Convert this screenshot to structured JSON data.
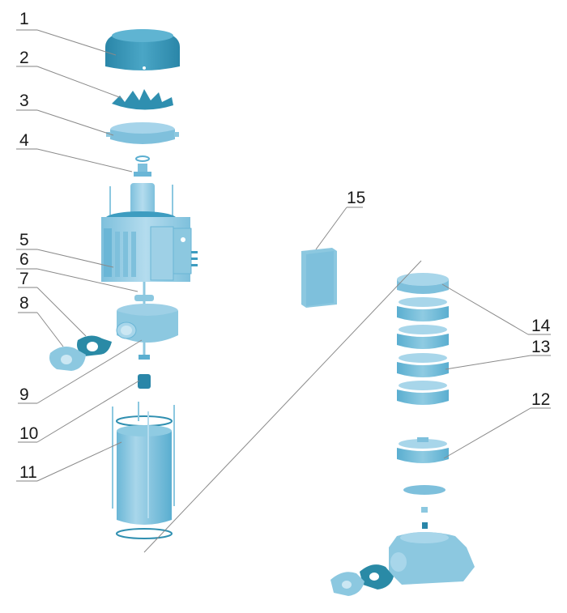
{
  "diagram": {
    "type": "exploded-parts-view",
    "subject": "vertical multistage pump",
    "colors": {
      "dark_part": "#2f8fb0",
      "mid_part": "#5bb0cf",
      "light_part": "#8fcbe2",
      "pale_part": "#b6dded",
      "gasket": "#2a8aa6",
      "leader_line": "#8a8a8a",
      "label_text": "#1a1a1a"
    },
    "callouts": [
      {
        "id": "1",
        "label": "1",
        "part": "fan-cover"
      },
      {
        "id": "2",
        "label": "2",
        "part": "cooling-fan"
      },
      {
        "id": "3",
        "label": "3",
        "part": "end-cover"
      },
      {
        "id": "4",
        "label": "4",
        "part": "bearing"
      },
      {
        "id": "5",
        "label": "5",
        "part": "motor"
      },
      {
        "id": "6",
        "label": "6",
        "part": "shaft-seal"
      },
      {
        "id": "7",
        "label": "7",
        "part": "gasket"
      },
      {
        "id": "8",
        "label": "8",
        "part": "flange"
      },
      {
        "id": "9",
        "label": "9",
        "part": "pump-head"
      },
      {
        "id": "10",
        "label": "10",
        "part": "coupling"
      },
      {
        "id": "11",
        "label": "11",
        "part": "outer-sleeve"
      },
      {
        "id": "12",
        "label": "12",
        "part": "first-stage"
      },
      {
        "id": "13",
        "label": "13",
        "part": "intermediate-stage"
      },
      {
        "id": "14",
        "label": "14",
        "part": "top-stage"
      },
      {
        "id": "15",
        "label": "15",
        "part": "terminal-box"
      }
    ]
  }
}
